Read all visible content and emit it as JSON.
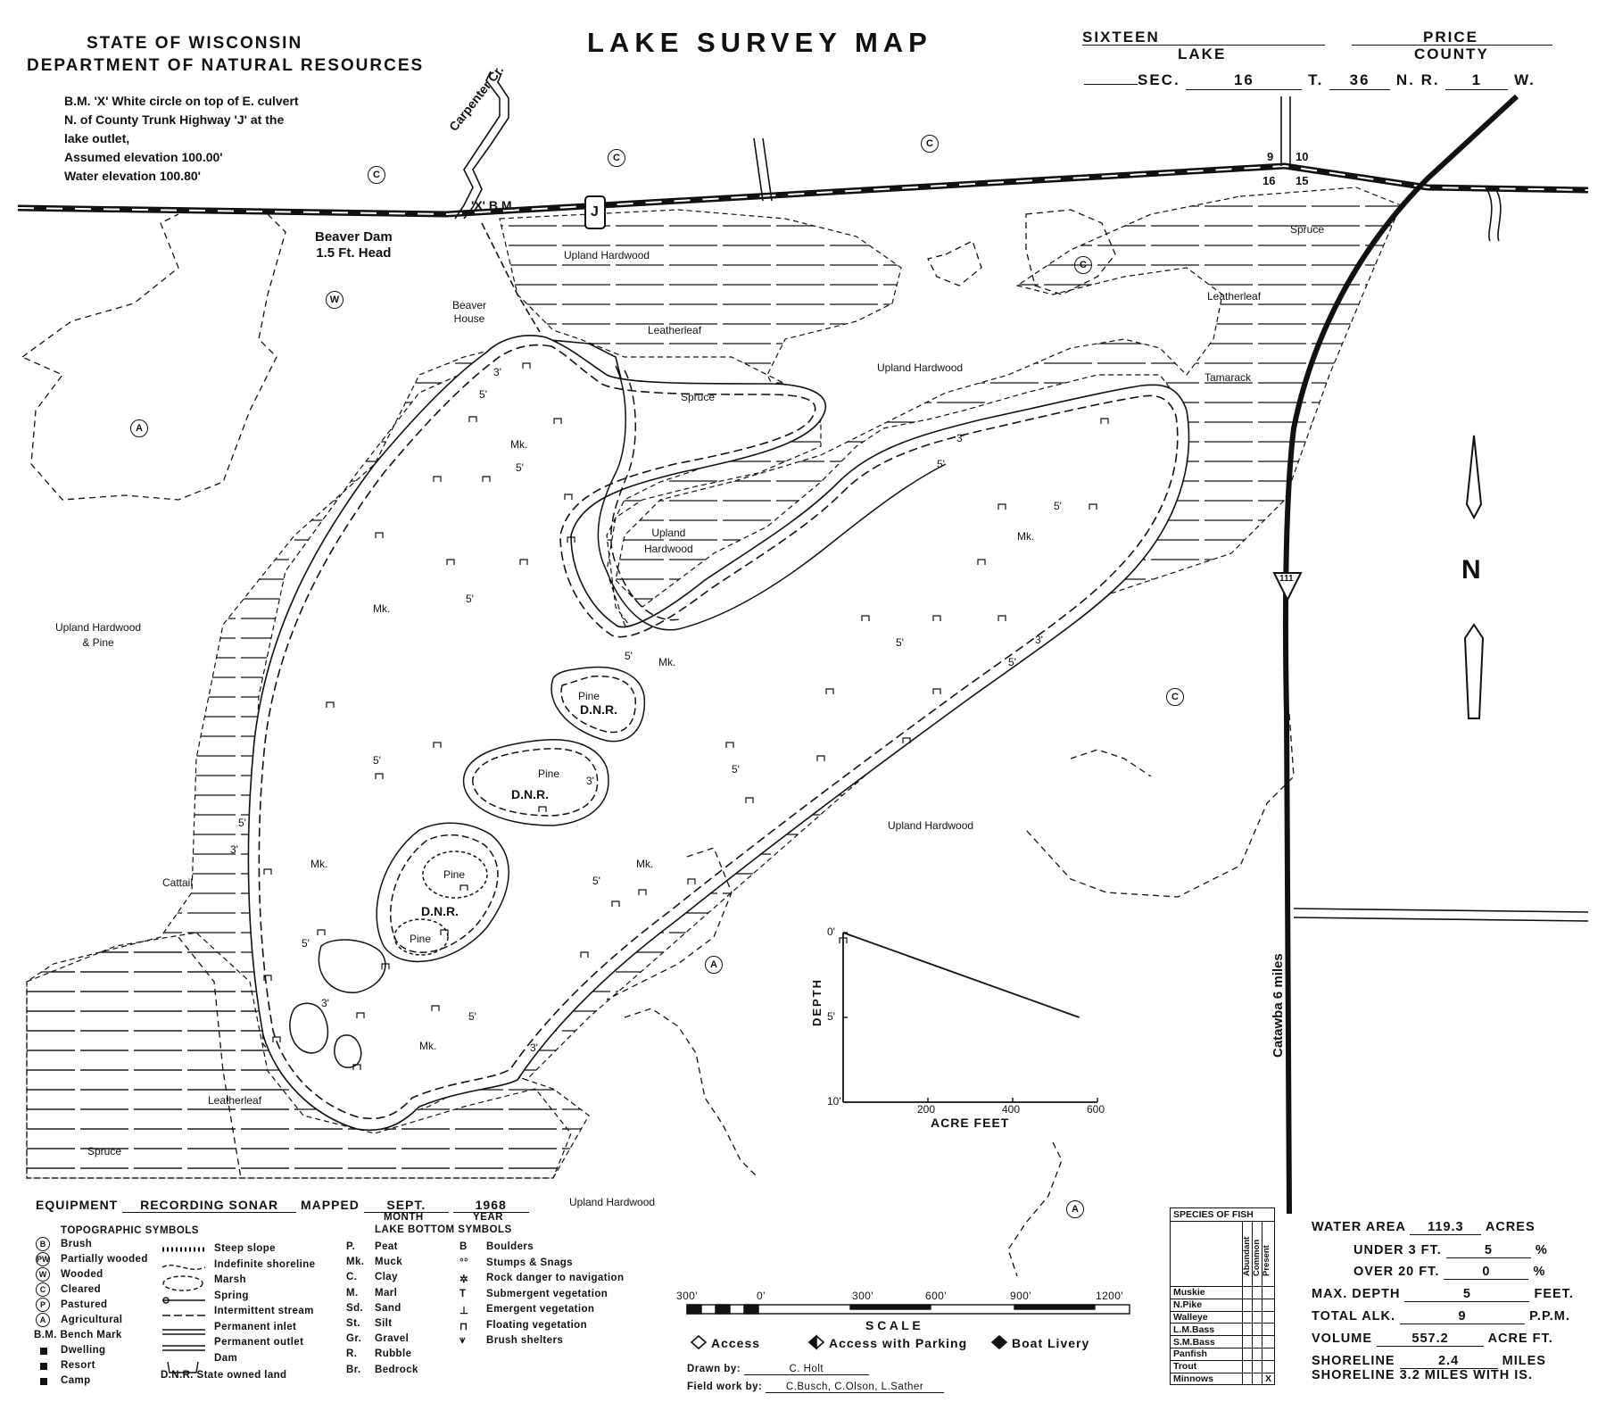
{
  "header": {
    "state": "STATE OF WISCONSIN",
    "department": "DEPARTMENT OF NATURAL RESOURCES",
    "title": "LAKE SURVEY MAP",
    "lake_name": "SIXTEEN",
    "lake_label": "LAKE",
    "county_name": "PRICE",
    "county_label": "COUNTY",
    "sec_label": "SEC.",
    "sec_value": "16",
    "t_label": "T.",
    "t_value": "36",
    "nr_label": "N. R.",
    "r_value": "1",
    "w_label": "W."
  },
  "benchmark_note": [
    "B.M. 'X' White circle on top of E. culvert",
    "N. of County Trunk Highway 'J' at the",
    "lake outlet,",
    "Assumed elevation  100.00'",
    "Water elevation  100.80'"
  ],
  "map_labels": {
    "creek": "Carpenter Cr.",
    "bm": "'X' B.M.",
    "beaver_dam": [
      "Beaver Dam",
      "1.5 Ft. Head"
    ],
    "beaver_house": [
      "Beaver",
      "House"
    ],
    "highway_j": "J",
    "highway_111": "111",
    "catawba": "Catawba 6 miles",
    "north": "N",
    "section_corner": [
      "9",
      "10",
      "16",
      "15"
    ],
    "upland_hardwood": "Upland Hardwood",
    "upland_hardwood_pine": [
      "Upland Hardwood",
      "& Pine"
    ],
    "upland_hardwood_split": [
      "Upland",
      "Hardwood"
    ],
    "leatherleaf": "Leatherleaf",
    "spruce": "Spruce",
    "tamarack": "Tamarack",
    "cattail": "Cattail",
    "pine": "Pine",
    "dnr": "D.N.R.",
    "muck": "Mk.",
    "depth5": "5'",
    "depth3": "3'",
    "c": "C",
    "a": "A",
    "w": "W"
  },
  "chart_data": {
    "type": "line",
    "title": "",
    "xlabel": "ACRE FEET",
    "ylabel": "DEPTH",
    "x_ticks": [
      "200",
      "400",
      "600"
    ],
    "y_ticks": [
      "0'",
      "5'",
      "10'"
    ],
    "xlim": [
      0,
      600
    ],
    "ylim": [
      0,
      10
    ],
    "y_inverted": true,
    "series": [
      {
        "x": [
          0,
          557.2
        ],
        "y": [
          0,
          5
        ]
      }
    ]
  },
  "equipment": {
    "equipment_label": "EQUIPMENT",
    "equipment_value": "RECORDING SONAR",
    "mapped_label": "MAPPED",
    "month_value": "SEPT.",
    "year_value": "1968",
    "month_label": "MONTH",
    "year_label": "YEAR"
  },
  "legend": {
    "topo_title": "TOPOGRAPHIC SYMBOLS",
    "topo_items": [
      {
        "sym": "B",
        "label": "Brush"
      },
      {
        "sym": "PW",
        "label": "Partially wooded"
      },
      {
        "sym": "W",
        "label": "Wooded"
      },
      {
        "sym": "C",
        "label": "Cleared"
      },
      {
        "sym": "P",
        "label": "Pastured"
      },
      {
        "sym": "A",
        "label": "Agricultural"
      }
    ],
    "bm_label": "B.M. Bench Mark",
    "dwelling": "Dwelling",
    "resort": "Resort",
    "camp": "Camp",
    "line_items": [
      "Steep slope",
      "Indefinite shoreline",
      "Marsh",
      "Spring",
      "Intermittent stream",
      "Permanent inlet",
      "Permanent outlet",
      "Dam"
    ],
    "dnr_item": "D.N.R.  State owned land",
    "bottom_title": "LAKE BOTTOM SYMBOLS",
    "bottom_items": [
      {
        "sym": "P.",
        "label": "Peat"
      },
      {
        "sym": "Mk.",
        "label": "Muck"
      },
      {
        "sym": "C.",
        "label": "Clay"
      },
      {
        "sym": "M.",
        "label": "Marl"
      },
      {
        "sym": "Sd.",
        "label": "Sand"
      },
      {
        "sym": "St.",
        "label": "Silt"
      },
      {
        "sym": "Gr.",
        "label": "Gravel"
      },
      {
        "sym": "R.",
        "label": "Rubble"
      },
      {
        "sym": "Br.",
        "label": "Bedrock"
      }
    ],
    "bottom_items2": [
      {
        "sym": "B",
        "label": "Boulders"
      },
      {
        "sym": "°°",
        "label": "Stumps & Snags"
      },
      {
        "sym": "✲",
        "label": "Rock danger to navigation"
      },
      {
        "sym": "T",
        "label": "Submergent vegetation"
      },
      {
        "sym": "⊥",
        "label": "Emergent  vegetation"
      },
      {
        "sym": "⊓",
        "label": "Floating  vegetation"
      },
      {
        "sym": "⩛",
        "label": "Brush shelters"
      }
    ]
  },
  "scale": {
    "ticks": [
      "300'",
      "0'",
      "300'",
      "600'",
      "900'",
      "1200'"
    ],
    "label": "S C A L E",
    "access": "Access",
    "access_parking": "Access with Parking",
    "boat_livery": "Boat Livery"
  },
  "credits": {
    "drawn_label": "Drawn by:",
    "drawn_value": "C. Holt",
    "field_label": "Field work by:",
    "field_value": "C.Busch, C.Olson, L.Sather"
  },
  "fish": {
    "title": "SPECIES OF FISH",
    "columns": [
      "Abundant",
      "Common",
      "Present"
    ],
    "species": [
      {
        "name": "Muskie",
        "mark": ""
      },
      {
        "name": "N.Pike",
        "mark": ""
      },
      {
        "name": "Walleye",
        "mark": ""
      },
      {
        "name": "L.M.Bass",
        "mark": ""
      },
      {
        "name": "S.M.Bass",
        "mark": ""
      },
      {
        "name": "Panfish",
        "mark": ""
      },
      {
        "name": "Trout",
        "mark": ""
      },
      {
        "name": "Minnows",
        "mark": "X"
      }
    ]
  },
  "stats": {
    "water_area_label": "WATER AREA",
    "water_area_value": "119.3",
    "water_area_unit": "ACRES",
    "under3_label": "UNDER 3 FT.",
    "under3_value": "5",
    "over20_label": "OVER 20 FT.",
    "over20_value": "0",
    "pct": "%",
    "maxdepth_label": "MAX. DEPTH",
    "maxdepth_value": "5",
    "maxdepth_unit": "FEET.",
    "alk_label": "TOTAL ALK.",
    "alk_value": "9",
    "alk_unit": "P.P.M.",
    "volume_label": "VOLUME",
    "volume_value": "557.2",
    "volume_unit": "ACRE FT.",
    "shoreline_label": "SHORELINE",
    "shoreline_value": "2.4",
    "shoreline_unit": "MILES",
    "shoreline_is": "SHORELINE  3.2 MILES WITH IS."
  }
}
